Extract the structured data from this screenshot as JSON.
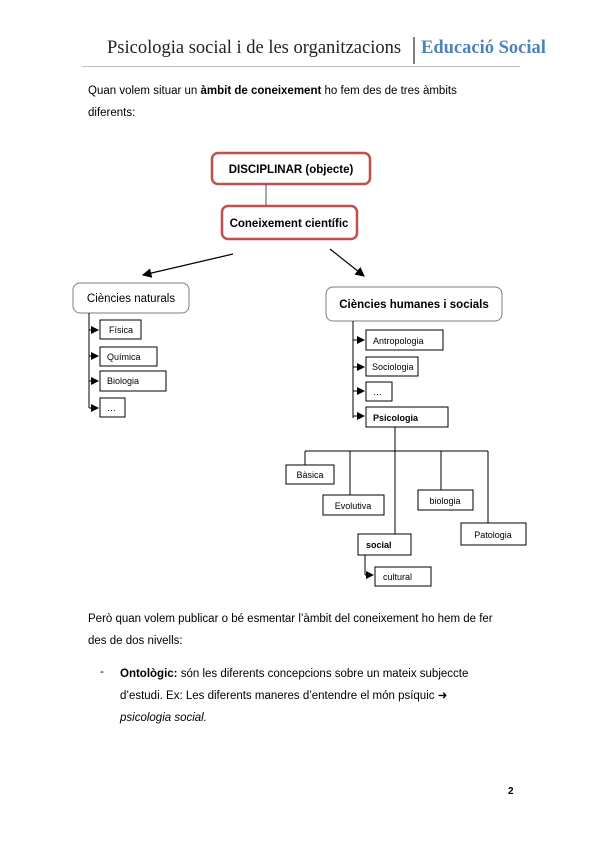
{
  "header": {
    "title": "Psicologia social i de les organitzacions",
    "brand": "Educació Social"
  },
  "intro": {
    "text_before": "Quan volem situar un ",
    "bold": "àmbit de coneixement",
    "text_after": " ho fem des de tres àmbits",
    "line2": "diferents:"
  },
  "diagram": {
    "top": "DISCIPLINAR (objecte)",
    "second": "Coneixement científic",
    "natural": {
      "label": "Ciències naturals",
      "items": [
        "Física",
        "Química",
        "Biologia",
        "…"
      ]
    },
    "human": {
      "label": "Ciències humanes i socials",
      "items": [
        "Antropologia",
        "Sociologia",
        "…",
        "Psicologia"
      ]
    },
    "psych": {
      "basica": "Bàsica",
      "evolutiva": "Evolutiva",
      "social": "social",
      "cultural": "cultural",
      "biologia": "biologia",
      "patologia": "Patologia"
    }
  },
  "para2": {
    "line1": "Però quan volem publicar o bé esmentar l’àmbit del coneixement ho hem de fer",
    "line2": "des de dos nivells:"
  },
  "bullet": {
    "dash": "-",
    "term": "Ontològic:",
    "line1_rest": "són les diferents concepcions sobre un mateix subjeccte",
    "line2": "d’estudi. Ex: Les diferents maneres d’entendre el món psíquic",
    "arrow": "➜",
    "line3": "psicologia social."
  },
  "page_number": "2"
}
